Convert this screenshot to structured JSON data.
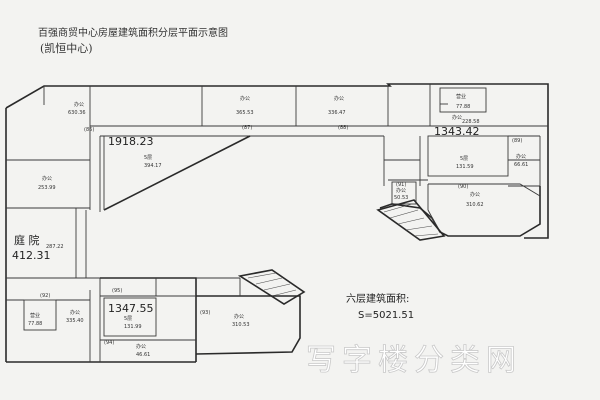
{
  "title": "百强商贸中心房屋建筑面积分层平面示意图",
  "subtitle": "(凯恒中心)",
  "areas": {
    "north_1918": "1918.23",
    "east_1343": "1343.42",
    "yard": "412.31",
    "south_1347": "1347.55"
  },
  "rooms": [
    {
      "label": "办公",
      "num": "630.36"
    },
    {
      "label": "办公",
      "num": "365.53"
    },
    {
      "label": "办公",
      "num": "336.47"
    },
    {
      "label": "营业",
      "num": "77.88"
    },
    {
      "label": "办公",
      "num": "228.58"
    },
    {
      "label": "5层",
      "num": "394.17"
    },
    {
      "label": "办公",
      "num": "253.99"
    },
    {
      "label": "5层",
      "num": "131.59"
    },
    {
      "label": "办公",
      "num": "66.61"
    },
    {
      "label": "办公",
      "num": "50.53"
    },
    {
      "label": "办公",
      "num": "310.62"
    },
    {
      "label": "营业",
      "num": "77.88"
    },
    {
      "label": "办公",
      "num": "335.40"
    },
    {
      "label": "5层",
      "num": "131.99"
    },
    {
      "label": "办公",
      "num": "310.53"
    },
    {
      "label": "办公",
      "num": "46.61"
    }
  ],
  "yard_label": "庭 院",
  "yard_small": "287.22",
  "codes": [
    "(86)",
    "(87)",
    "(88)",
    "(89)",
    "(90)",
    "(91)",
    "(92)",
    "(93)",
    "(94)",
    "(95)"
  ],
  "total": {
    "label": "六层建筑面积:",
    "value": "S=5021.51"
  },
  "watermark": "写字楼分类网"
}
